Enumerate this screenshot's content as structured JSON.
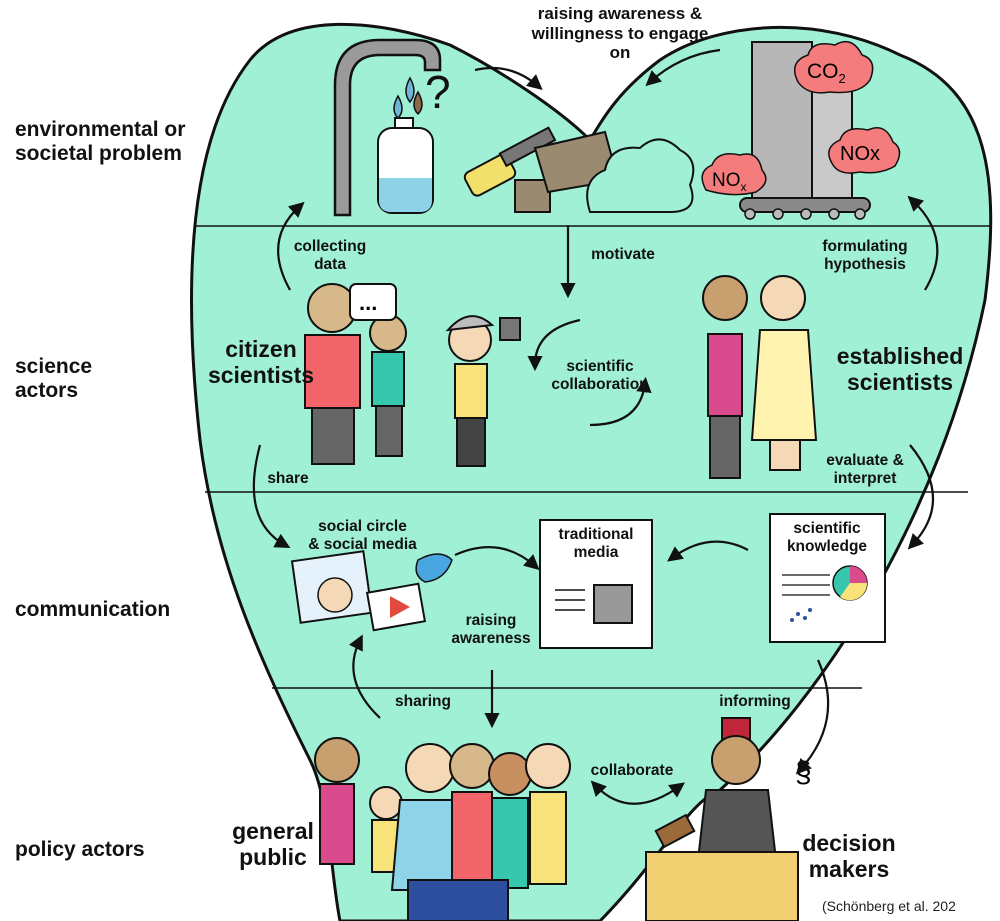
{
  "rows": {
    "problem": "environmental or\nsocietal problem",
    "science": "science\nactors",
    "communication": "communication",
    "policy": "policy actors"
  },
  "top_caption": "raising awareness &\nwillingness to engage\non",
  "problem_icons": {
    "co2": "CO",
    "co2_sub": "2",
    "nox": "NOx",
    "nox2": "NO",
    "nox2_sub": "x",
    "question": "?"
  },
  "science": {
    "collecting": "collecting\ndata",
    "motivate": "motivate",
    "formulating": "formulating\nhypothesis",
    "citizen": "citizen\nscientists",
    "collaboration": "scientific\ncollaboration",
    "established": "established\nscientists",
    "speech": "...",
    "share": "share",
    "evaluate": "evaluate &\ninterpret"
  },
  "communication": {
    "social": "social circle\n& social media",
    "traditional": "traditional\nmedia",
    "knowledge": "scientific\nknowledge",
    "raising": "raising\nawareness"
  },
  "policy": {
    "sharing": "sharing",
    "informing": "informing",
    "general": "general\npublic",
    "collaborate": "collaborate",
    "decision": "decision\nmakers",
    "paragraph": "§"
  },
  "citation": "(Schönberg et al. 202",
  "colors": {
    "heart": "#9ff0d4",
    "outline": "#111111",
    "cloud": "#f47c7c",
    "building": "#b7b7b7",
    "pink": "#e35a76",
    "yellow": "#f7e37a",
    "teal": "#37c6ae",
    "blue": "#2e4fa0"
  }
}
